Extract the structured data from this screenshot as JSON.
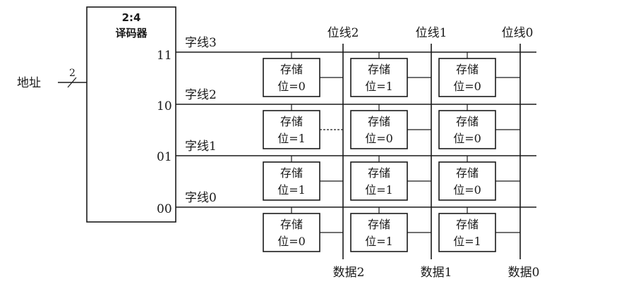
{
  "decoder": {
    "ratio": "2:4",
    "name": "译码器"
  },
  "address": {
    "label": "地址",
    "bus_width": "2"
  },
  "outputs": [
    "11",
    "10",
    "01",
    "00"
  ],
  "word_lines": [
    "字线3",
    "字线2",
    "字线1",
    "字线0"
  ],
  "bit_lines": [
    "位线2",
    "位线1",
    "位线0"
  ],
  "data_lines": [
    "数据2",
    "数据1",
    "数据0"
  ],
  "cell_title": "存储",
  "cells": [
    [
      "位=0",
      "位=1",
      "位=0"
    ],
    [
      "位=1",
      "位=0",
      "位=0"
    ],
    [
      "位=1",
      "位=1",
      "位=0"
    ],
    [
      "位=0",
      "位=1",
      "位=1"
    ]
  ]
}
